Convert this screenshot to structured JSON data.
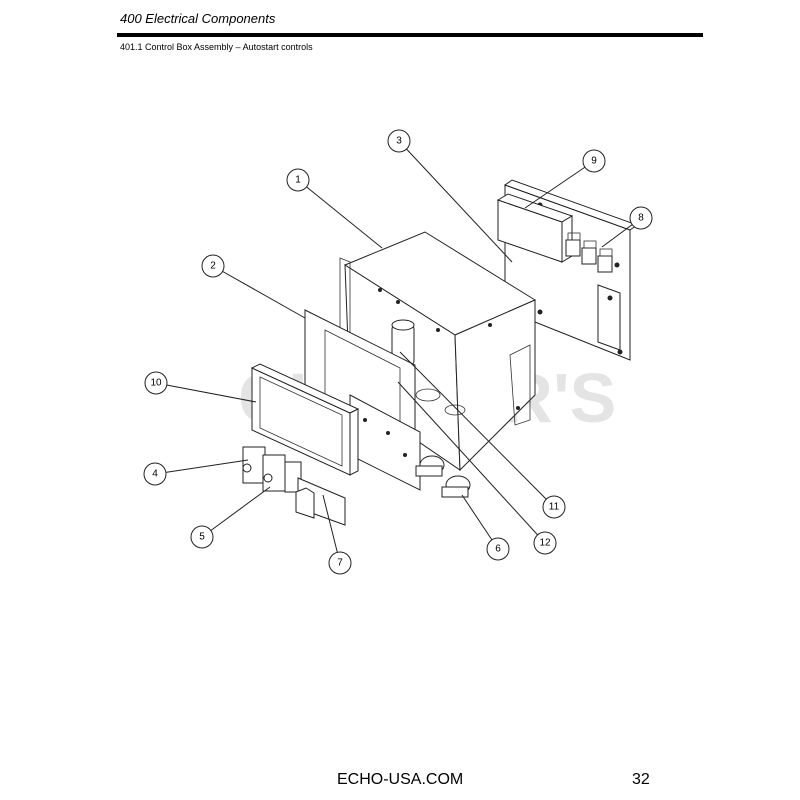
{
  "header": {
    "section_title": "400 Electrical Components",
    "subtitle": "401.1 Control Box Assembly – Autostart controls"
  },
  "watermark": "CUMMER'S",
  "callouts": [
    {
      "id": "callout-1",
      "label": "1"
    },
    {
      "id": "callout-2",
      "label": "2"
    },
    {
      "id": "callout-3",
      "label": "3"
    },
    {
      "id": "callout-4",
      "label": "4"
    },
    {
      "id": "callout-5",
      "label": "5"
    },
    {
      "id": "callout-6",
      "label": "6"
    },
    {
      "id": "callout-7",
      "label": "7"
    },
    {
      "id": "callout-8",
      "label": "8"
    },
    {
      "id": "callout-9",
      "label": "9"
    },
    {
      "id": "callout-10",
      "label": "10"
    },
    {
      "id": "callout-11",
      "label": "11"
    },
    {
      "id": "callout-12",
      "label": "12"
    }
  ],
  "footer": {
    "site": "ECHO-USA.COM",
    "page_number": "32"
  }
}
